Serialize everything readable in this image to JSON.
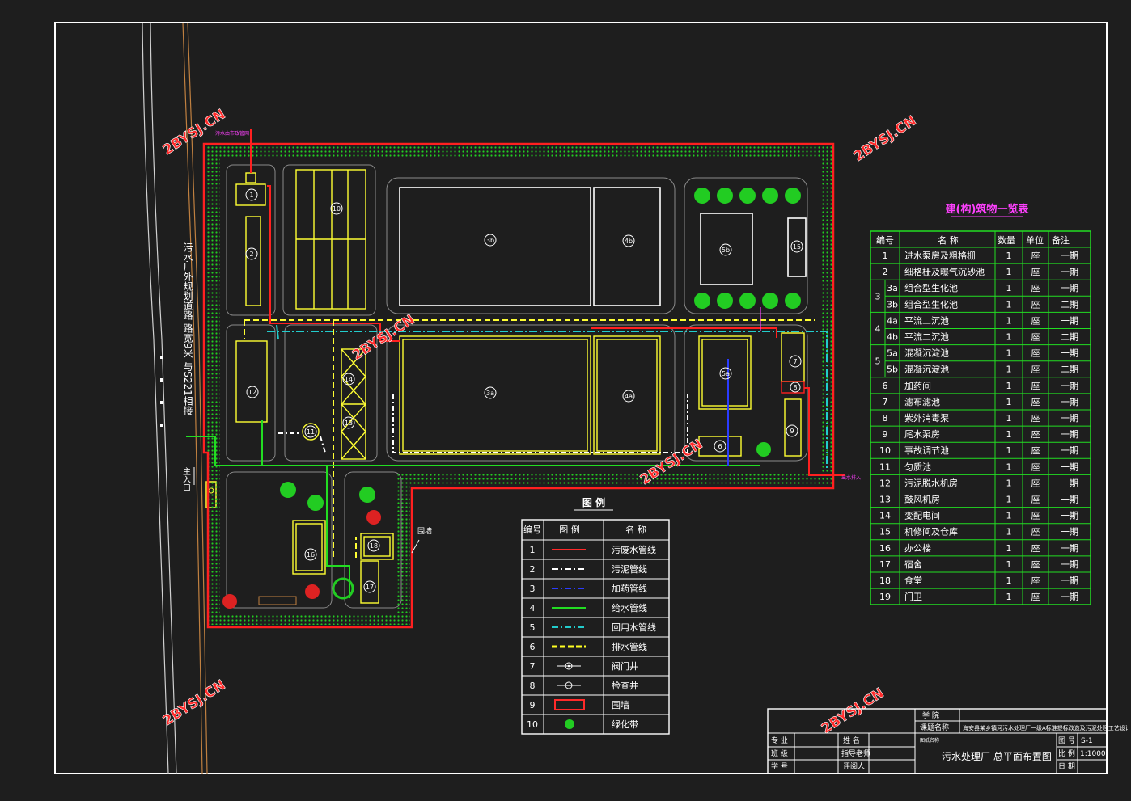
{
  "road_label": "污水厂外规划道路 路宽9米 与S221相接",
  "entrance_label": "主入口",
  "wall_label": "围墙",
  "inlet_note": "污水由市政管网",
  "outlet_note": "出水排入",
  "watermark": "2BYSJ.CN",
  "building_table": {
    "title": "建(构)筑物一览表",
    "headers": [
      "编号",
      "名 称",
      "数量",
      "单位",
      "备注"
    ],
    "rows": [
      {
        "group": "1",
        "id": "",
        "name": "进水泵房及粗格栅",
        "qty": "1",
        "unit": "座",
        "note": "一期"
      },
      {
        "group": "2",
        "id": "",
        "name": "细格栅及曝气沉砂池",
        "qty": "1",
        "unit": "座",
        "note": "一期"
      },
      {
        "group": "3",
        "id": "3a",
        "name": "组合型生化池",
        "qty": "1",
        "unit": "座",
        "note": "一期"
      },
      {
        "group": "",
        "id": "3b",
        "name": "组合型生化池",
        "qty": "1",
        "unit": "座",
        "note": "二期"
      },
      {
        "group": "4",
        "id": "4a",
        "name": "平流二沉池",
        "qty": "1",
        "unit": "座",
        "note": "一期"
      },
      {
        "group": "",
        "id": "4b",
        "name": "平流二沉池",
        "qty": "1",
        "unit": "座",
        "note": "二期"
      },
      {
        "group": "5",
        "id": "5a",
        "name": "混凝沉淀池",
        "qty": "1",
        "unit": "座",
        "note": "一期"
      },
      {
        "group": "",
        "id": "5b",
        "name": "混凝沉淀池",
        "qty": "1",
        "unit": "座",
        "note": "二期"
      },
      {
        "group": "6",
        "id": "",
        "name": "加药间",
        "qty": "1",
        "unit": "座",
        "note": "一期"
      },
      {
        "group": "7",
        "id": "",
        "name": "滤布滤池",
        "qty": "1",
        "unit": "座",
        "note": "一期"
      },
      {
        "group": "8",
        "id": "",
        "name": "紫外消毒渠",
        "qty": "1",
        "unit": "座",
        "note": "一期"
      },
      {
        "group": "9",
        "id": "",
        "name": "尾水泵房",
        "qty": "1",
        "unit": "座",
        "note": "一期"
      },
      {
        "group": "10",
        "id": "",
        "name": "事故调节池",
        "qty": "1",
        "unit": "座",
        "note": "一期"
      },
      {
        "group": "11",
        "id": "",
        "name": "匀质池",
        "qty": "1",
        "unit": "座",
        "note": "一期"
      },
      {
        "group": "12",
        "id": "",
        "name": "污泥脱水机房",
        "qty": "1",
        "unit": "座",
        "note": "一期"
      },
      {
        "group": "13",
        "id": "",
        "name": "鼓风机房",
        "qty": "1",
        "unit": "座",
        "note": "一期"
      },
      {
        "group": "14",
        "id": "",
        "name": "变配电间",
        "qty": "1",
        "unit": "座",
        "note": "一期"
      },
      {
        "group": "15",
        "id": "",
        "name": "机修间及仓库",
        "qty": "1",
        "unit": "座",
        "note": "一期"
      },
      {
        "group": "16",
        "id": "",
        "name": "办公楼",
        "qty": "1",
        "unit": "座",
        "note": "一期"
      },
      {
        "group": "17",
        "id": "",
        "name": "宿舍",
        "qty": "1",
        "unit": "座",
        "note": "一期"
      },
      {
        "group": "18",
        "id": "",
        "name": "食堂",
        "qty": "1",
        "unit": "座",
        "note": "一期"
      },
      {
        "group": "19",
        "id": "",
        "name": "门卫",
        "qty": "1",
        "unit": "座",
        "note": "一期"
      }
    ]
  },
  "legend": {
    "title": "图 例",
    "headers": [
      "编号",
      "图 例",
      "名 称"
    ],
    "items": [
      {
        "no": "1",
        "symbol": "line",
        "color": "#ff2a2a",
        "name": "污废水管线"
      },
      {
        "no": "2",
        "symbol": "dashdot",
        "color": "#ffffff",
        "name": "污泥管线"
      },
      {
        "no": "3",
        "symbol": "dashdot",
        "color": "#2b3cff",
        "name": "加药管线"
      },
      {
        "no": "4",
        "symbol": "line",
        "color": "#22dd22",
        "name": "给水管线"
      },
      {
        "no": "5",
        "symbol": "dashdot",
        "color": "#22cccc",
        "name": "回用水管线"
      },
      {
        "no": "6",
        "symbol": "dash",
        "color": "#ffff22",
        "name": "排水管线"
      },
      {
        "no": "7",
        "symbol": "valve",
        "color": "#ffffff",
        "name": "阀门井"
      },
      {
        "no": "8",
        "symbol": "manhole",
        "color": "#ffffff",
        "name": "检查井"
      },
      {
        "no": "9",
        "symbol": "wall",
        "color": "#ff2a2a",
        "name": "围墙"
      },
      {
        "no": "10",
        "symbol": "tree",
        "color": "#22cc22",
        "name": "绿化带"
      }
    ]
  },
  "title_block": {
    "school_label": "学 院",
    "topic_label": "课题名称",
    "topic": "海安县某乡镇河污水处理厂一级A标准提标改造及污泥处理工艺设计",
    "drawing_label": "图纸名称",
    "drawing_name": "污水处理厂 总平面布置图",
    "major_label": "专 业",
    "class_label": "班 级",
    "student_id_label": "学 号",
    "name_label": "姓 名",
    "advisor_label": "指导老师",
    "reviewer_label": "评阅人",
    "drawing_no_label": "图 号",
    "drawing_no": "S-1",
    "scale_label": "比 例",
    "scale": "1:1000",
    "date_label": "日 期"
  },
  "plant_units": [
    {
      "label": "1"
    },
    {
      "label": "2"
    },
    {
      "label": "3a"
    },
    {
      "label": "3b"
    },
    {
      "label": "4a"
    },
    {
      "label": "4b"
    },
    {
      "label": "5a"
    },
    {
      "label": "5b"
    },
    {
      "label": "6"
    },
    {
      "label": "7"
    },
    {
      "label": "8"
    },
    {
      "label": "9"
    },
    {
      "label": "10"
    },
    {
      "label": "11"
    },
    {
      "label": "12"
    },
    {
      "label": "13"
    },
    {
      "label": "14"
    },
    {
      "label": "15"
    },
    {
      "label": "16"
    },
    {
      "label": "17"
    },
    {
      "label": "18"
    }
  ],
  "colors": {
    "background": "#1e1e1e",
    "frame": "#ffffff",
    "wall": "#ff2020",
    "greenbelt": "#22cc22",
    "structure": "#ffff33",
    "table_grid": "#22dd22",
    "table_text": "#ffffff",
    "table_title": "#ff40ff",
    "watermark": "#ff2a2a"
  }
}
